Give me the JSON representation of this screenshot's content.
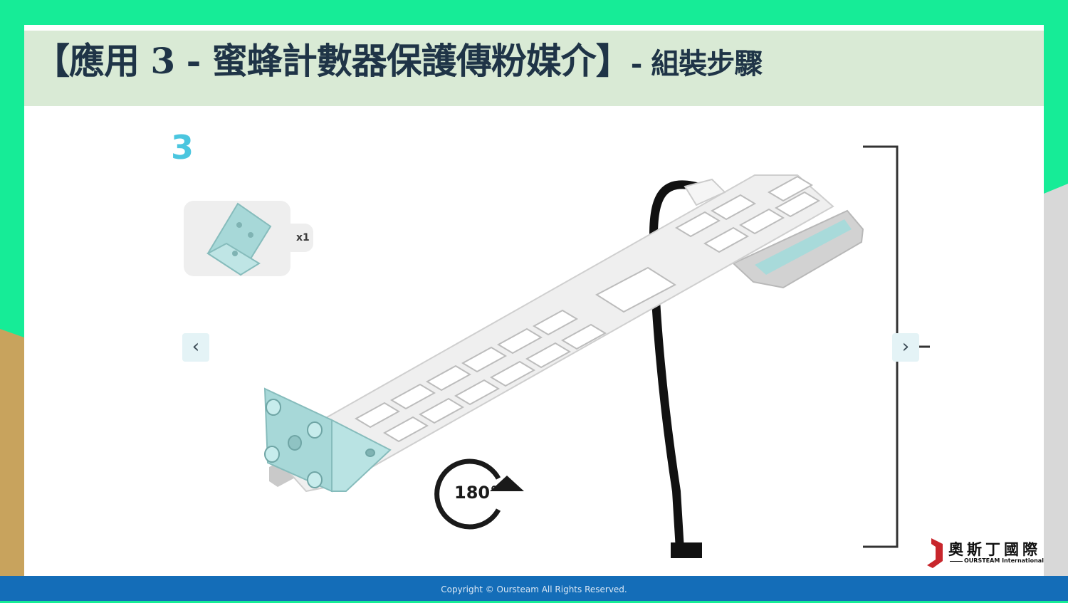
{
  "title": {
    "main": "【應用 3 - 蜜蜂計數器保護傳粉媒介】",
    "sub": "- 組裝步驟"
  },
  "step": {
    "number": "3",
    "quantity": "x1"
  },
  "rotation_label": "180°",
  "navigation": {
    "prev_icon": "‹",
    "next_icon": "›"
  },
  "logo": {
    "cn": "奧斯丁國際",
    "en": "OURSTEAM International"
  },
  "footer": {
    "copyright": "Copyright © Oursteam All Rights Reserved."
  },
  "colors": {
    "green_background": "#16ec97",
    "gold_background": "#c8a35d",
    "title_bar": "#d9ead5",
    "title_text": "#1f3447",
    "footer": "#146db8",
    "part_teal": "#a7d8d8",
    "step_number": "#4bc6df"
  }
}
